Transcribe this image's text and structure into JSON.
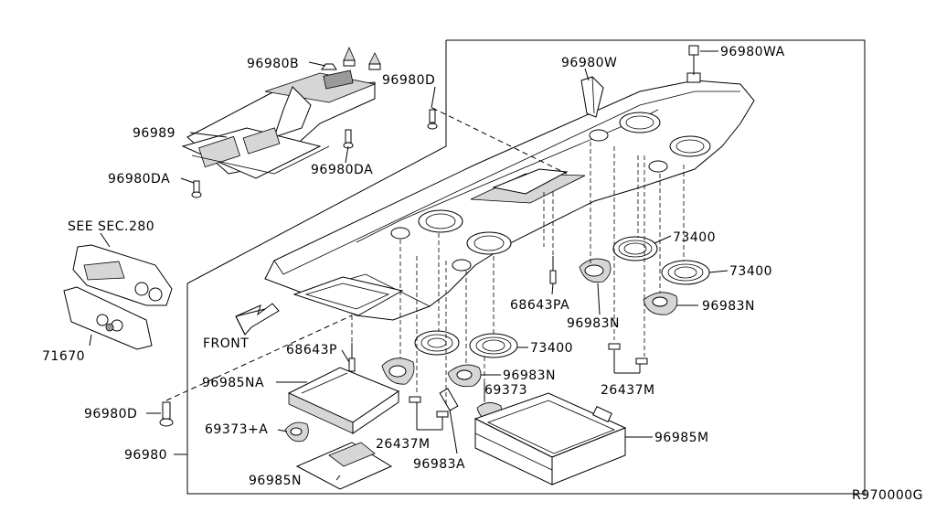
{
  "diagram_code": "R970000G",
  "front_label": "FRONT",
  "reference_note": "SEE SEC.280",
  "labels": {
    "p96980B": "96980B",
    "p96980D_top": "96980D",
    "p96980W": "96980W",
    "p96980WA": "96980WA",
    "p96989": "96989",
    "p96980DA_mid": "96980DA",
    "p96980DA_left": "96980DA",
    "p73400_a": "73400",
    "p73400_b": "73400",
    "p73400_c": "73400",
    "p68643PA": "68643PA",
    "p96983N_a": "96983N",
    "p96983N_b": "96983N",
    "p96983N_c": "96983N",
    "p71670": "71670",
    "p68643P": "68643P",
    "p96985NA": "96985NA",
    "p69373": "69373",
    "p26437M_a": "26437M",
    "p26437M_b": "26437M",
    "p96980D_bot": "96980D",
    "p69373A": "69373+A",
    "p96985M": "96985M",
    "p96980": "96980",
    "p96983A": "96983A",
    "p96985N": "96985N"
  }
}
